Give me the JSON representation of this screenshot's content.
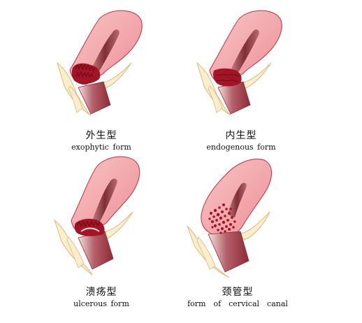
{
  "panels": [
    {
      "key": "exophytic",
      "zh": "外生型",
      "en": "exophytic form"
    },
    {
      "key": "endogenous",
      "zh": "内生型",
      "en": "endogenous form"
    },
    {
      "key": "ulcerous",
      "zh": "溃疡型",
      "en": "ulcerous form"
    },
    {
      "key": "canal",
      "zh": "颈管型",
      "en": "form  of  cervical  canal"
    }
  ],
  "colors": {
    "uterus_fill": "#f2a7aa",
    "uterus_stroke": "#b8333f",
    "cavity_fill": "#8c3b3e",
    "tumor_fill": "#a11526",
    "vagina_fill": "#a94a52",
    "vagina_light": "#f0ddd9",
    "tissue_fill": "#fbeecd",
    "tissue_stroke": "#d9b97c"
  }
}
